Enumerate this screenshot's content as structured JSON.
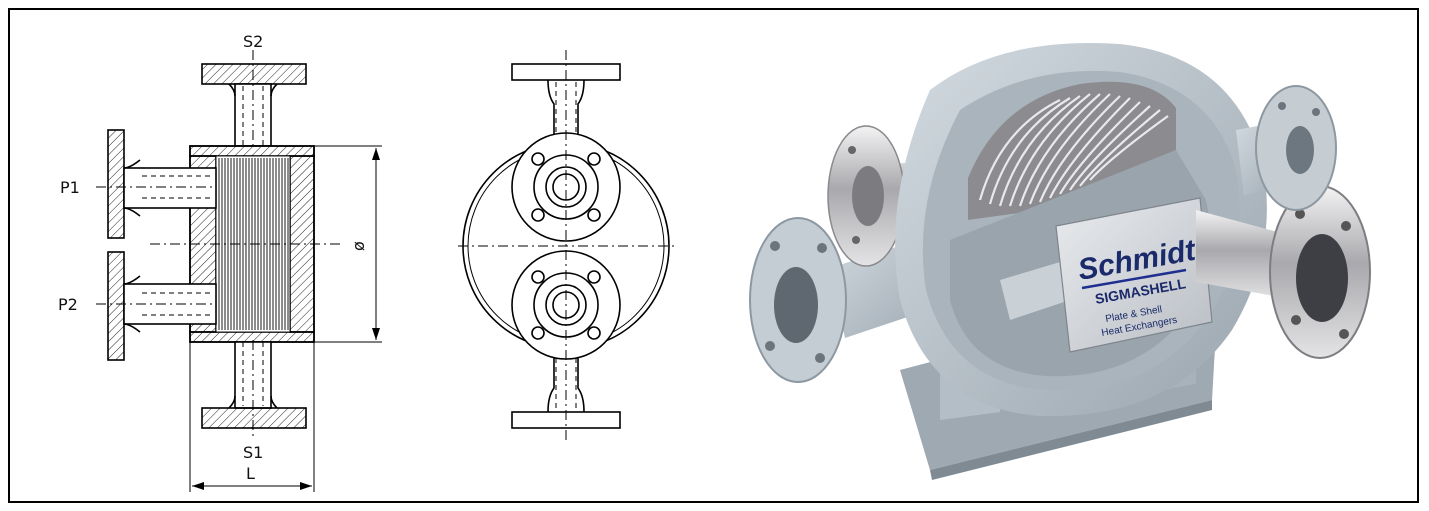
{
  "drawing": {
    "labels": {
      "s2": "S2",
      "s1": "S1",
      "p1": "P1",
      "p2": "P2",
      "length": "L",
      "diameter": "ø"
    }
  },
  "photo": {
    "brand": "Schmidt",
    "product": "SIGMASHELL",
    "line1": "Plate & Shell",
    "line2": "Heat Exchangers",
    "colors": {
      "body": "#b9c3cb",
      "body_dark": "#8e99a3",
      "steel": "#c9c9cc",
      "plate": "#d6d9dd",
      "brand": "#1f2f8f"
    }
  }
}
